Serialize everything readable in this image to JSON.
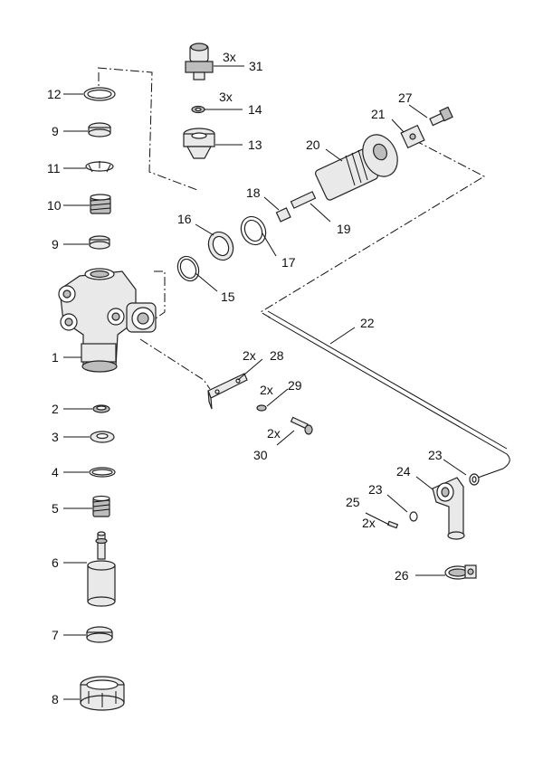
{
  "labels": {
    "p1": "1",
    "p2": "2",
    "p3": "3",
    "p4": "4",
    "p5": "5",
    "p6": "6",
    "p7": "7",
    "p8": "8",
    "p9a": "9",
    "p9b": "9",
    "p10": "10",
    "p11": "11",
    "p12": "12",
    "p13": "13",
    "p14": "14",
    "p15": "15",
    "p16": "16",
    "p17": "17",
    "p18": "18",
    "p19": "19",
    "p20": "20",
    "p21": "21",
    "p22": "22",
    "p23a": "23",
    "p23b": "23",
    "p24": "24",
    "p25": "25",
    "p26": "26",
    "p27": "27",
    "p28": "28",
    "p29": "29",
    "p30": "30",
    "p31": "31"
  },
  "quantities": {
    "q31": "3x",
    "q14": "3x",
    "q28": "2x",
    "q29": "2x",
    "q30": "2x",
    "q25": "2x"
  }
}
